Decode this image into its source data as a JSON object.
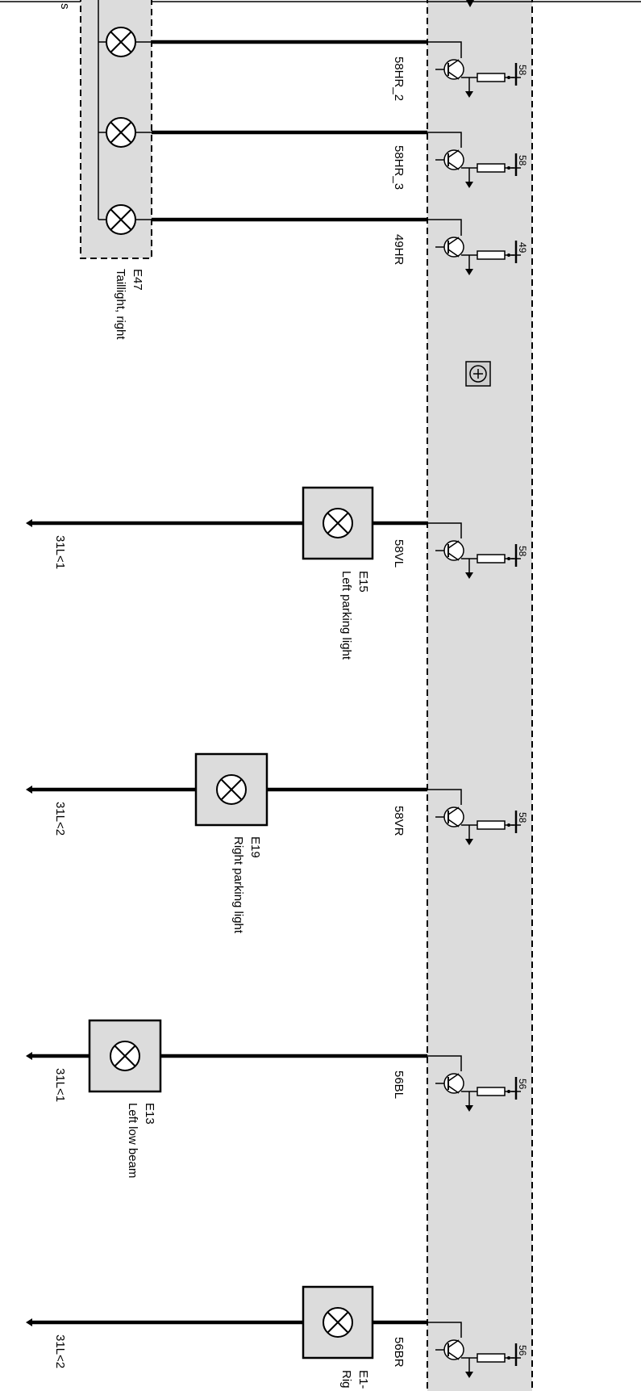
{
  "header": {
    "edge_fragment": "s"
  },
  "taillight": {
    "code": "E47",
    "name": "Taillight, right",
    "channels": [
      {
        "signal": "58HR_2",
        "pin": "58"
      },
      {
        "signal": "58HR_3",
        "pin": "58"
      },
      {
        "signal": "49HR",
        "pin": "49"
      }
    ]
  },
  "lamps": [
    {
      "code": "E15",
      "name": "Left parking light",
      "signal": "58VL",
      "pin": "58",
      "ground": "31L<1"
    },
    {
      "code": "E19",
      "name": "Right parking light",
      "signal": "58VR",
      "pin": "58",
      "ground": "31L<2"
    },
    {
      "code": "E13",
      "name": "Left low beam",
      "signal": "56BL",
      "pin": "56",
      "ground": "31L<1"
    },
    {
      "code": "E1-",
      "name": "Rig",
      "signal": "56BR",
      "pin": "56",
      "ground": "31L<2"
    }
  ],
  "colors": {
    "module_fill": "#dcdcdc",
    "lamp_fill": "#dcdcdc",
    "line": "#000000",
    "background": "#ffffff"
  },
  "icons": {
    "lamp": "lamp-cross-circle-icon",
    "transistor": "transistor-icon",
    "resistor": "resistor-icon",
    "ground": "ground-arrow-icon",
    "module": "module-symbol-icon"
  }
}
